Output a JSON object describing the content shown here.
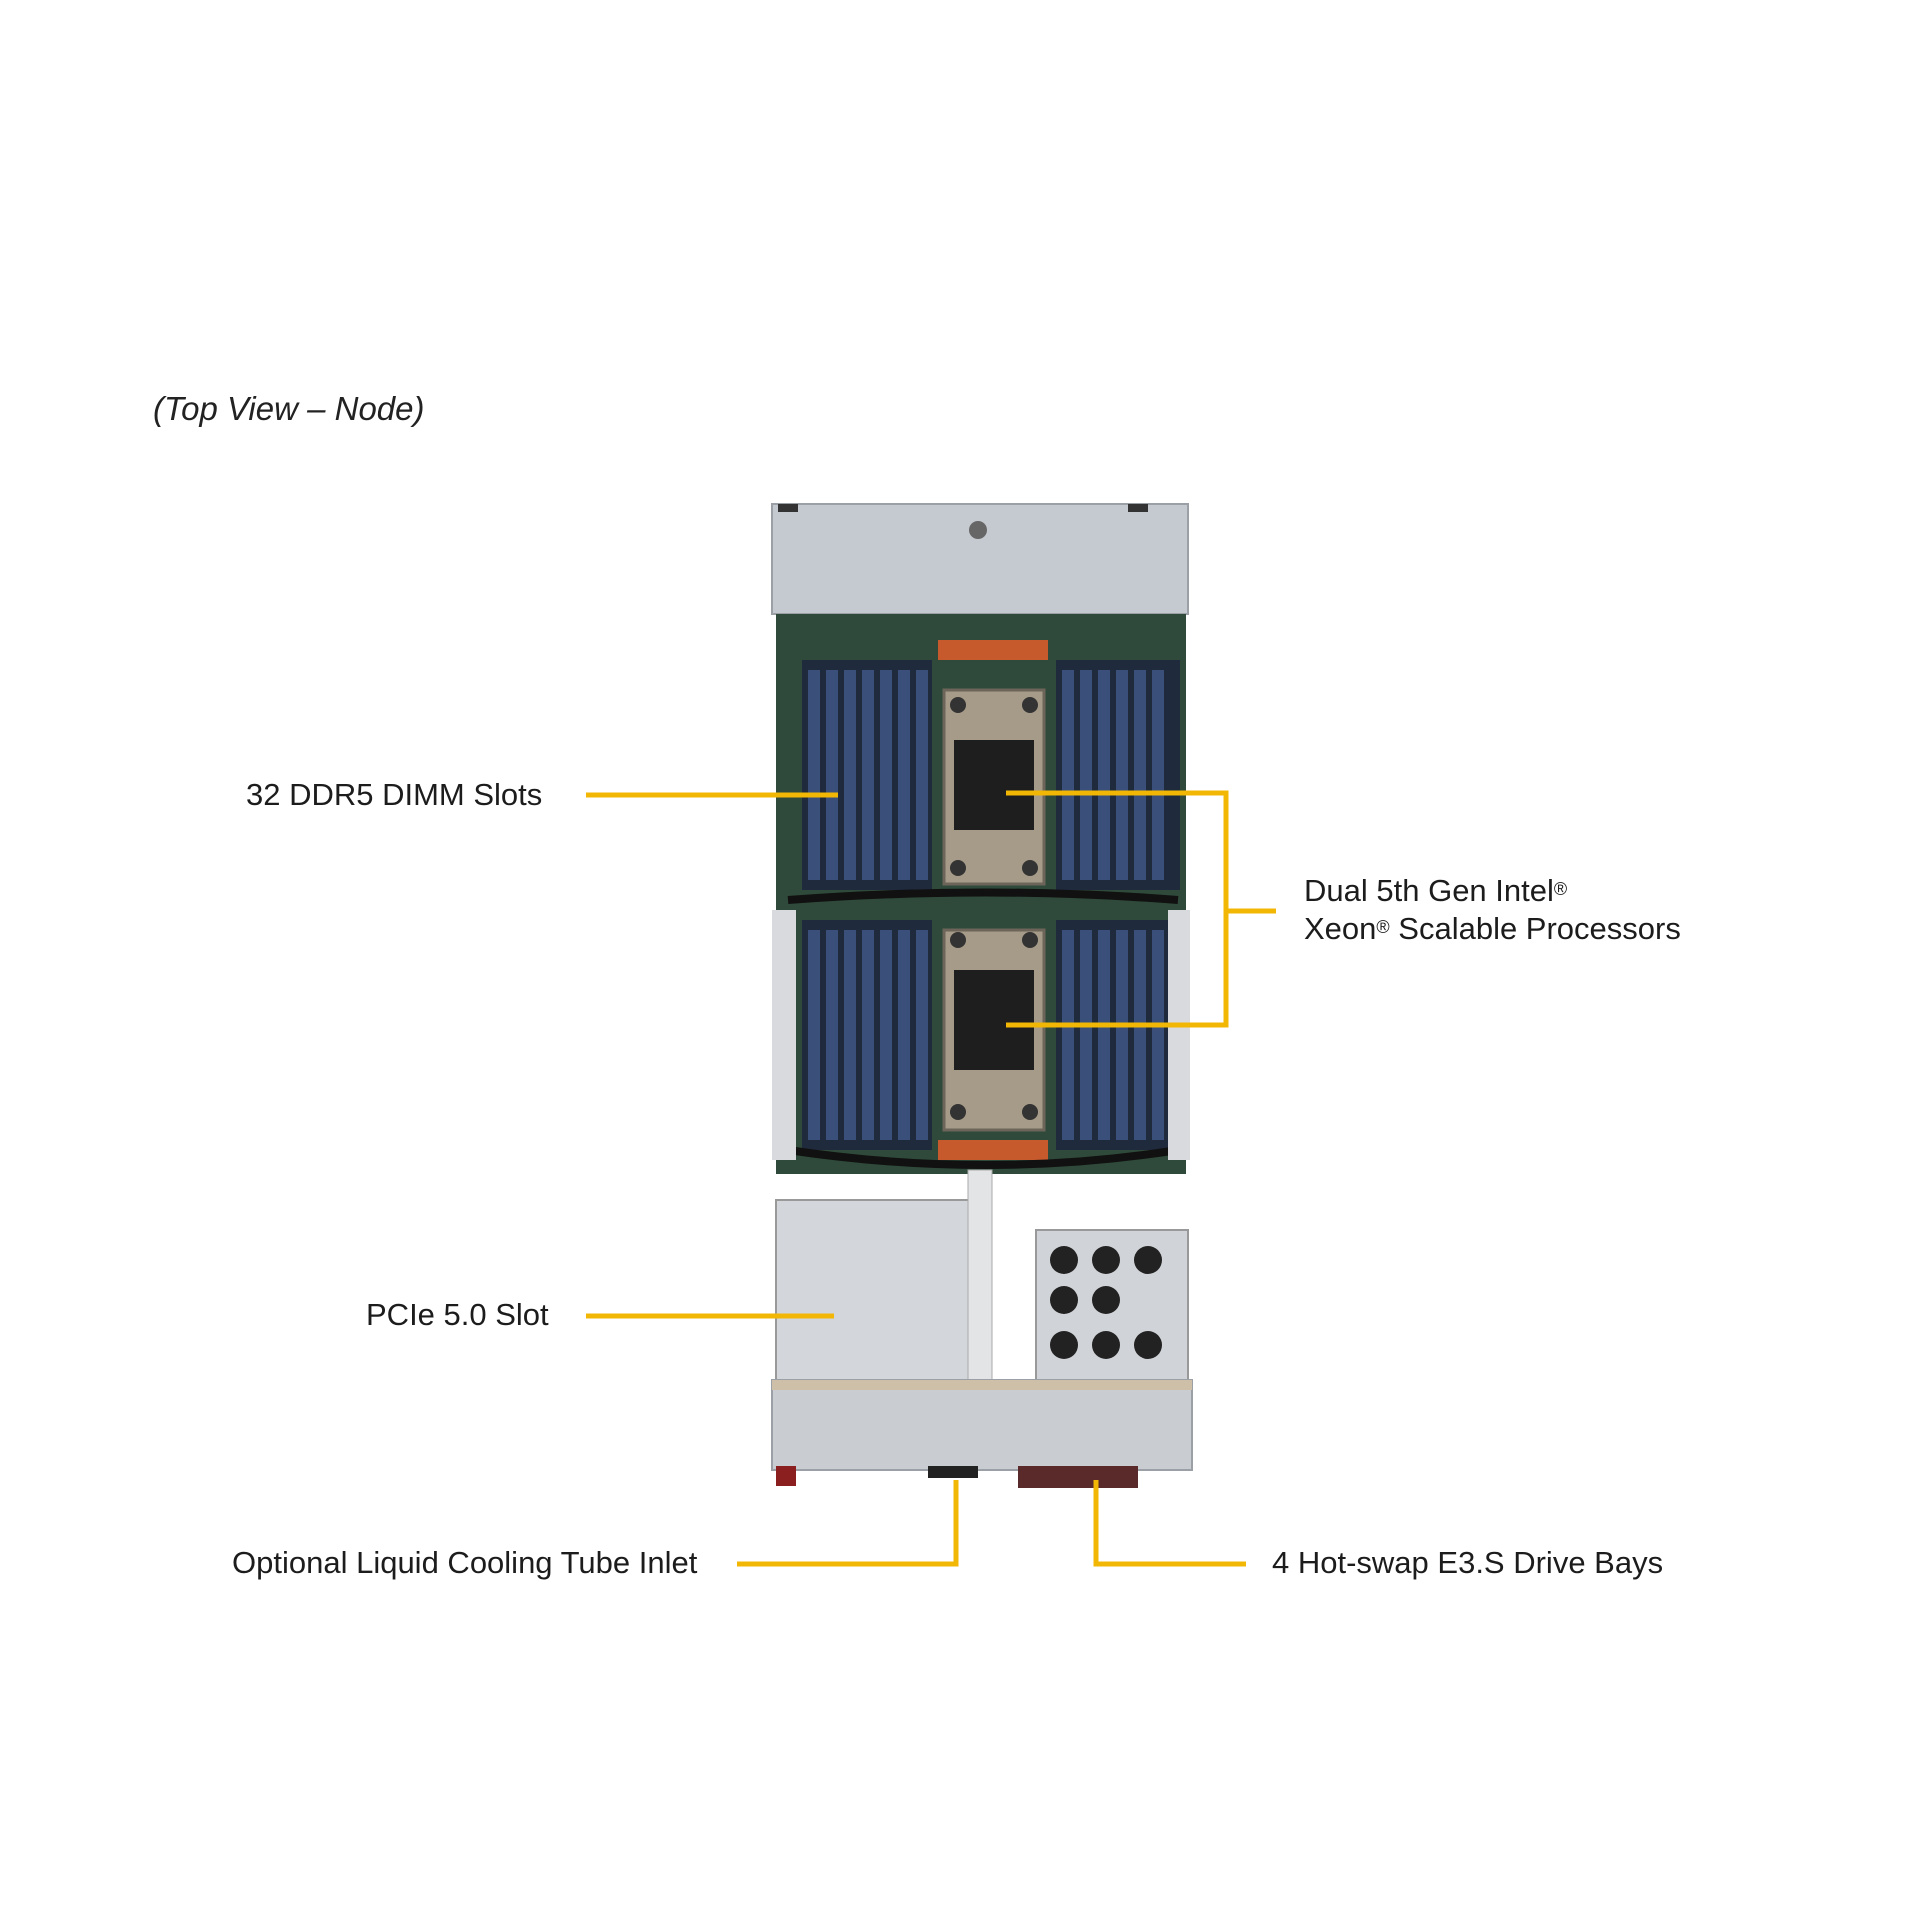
{
  "caption": "(Top View – Node)",
  "labels": {
    "dimm": "32 DDR5 DIMM Slots",
    "cpu_line1": "Dual 5th Gen Intel",
    "cpu_line2_suffix": " Scalable Processors",
    "cpu_line2_prefix": "Xeon",
    "reg": "®",
    "pcie": "PCIe 5.0 Slot",
    "liquid": "Optional Liquid Cooling Tube Inlet",
    "drive": "4 Hot-swap E3.S Drive Bays"
  },
  "colors": {
    "leader": "#f2b705",
    "board": "#2f4a3a",
    "dimm": "#3a4f7a",
    "chassis": "#c9cdd2"
  }
}
